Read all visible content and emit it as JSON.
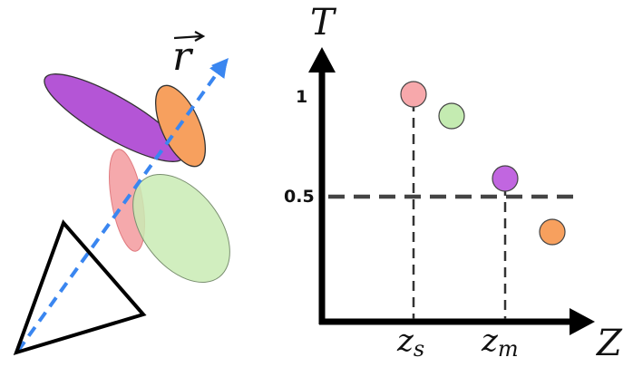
{
  "scene": {
    "ray_label": "r",
    "ray_color": "#3a86f0",
    "camera_color": "#000000",
    "gaussians": [
      {
        "name": "purple",
        "color": "#b455d6",
        "opacity": 1.0
      },
      {
        "name": "orange",
        "color": "#f7a05e",
        "opacity": 1.0
      },
      {
        "name": "pink",
        "color": "#f4a0a3",
        "opacity": 0.9
      },
      {
        "name": "green",
        "color": "#c9ebb4",
        "opacity": 0.85
      }
    ]
  },
  "plot": {
    "y_axis_label": "T",
    "x_axis_label": "Z",
    "y_ticks": [
      {
        "label": "1",
        "value": 1
      },
      {
        "label": "0.5",
        "value": 0.5
      }
    ],
    "x_markers": [
      {
        "base": "z",
        "sub": "s"
      },
      {
        "base": "z",
        "sub": "m"
      }
    ],
    "points": [
      {
        "color": "#f7a8ab"
      },
      {
        "color": "#c4ebb1"
      },
      {
        "color": "#c166e0"
      },
      {
        "color": "#f7a05e"
      }
    ],
    "threshold_line_color": "#444444"
  }
}
